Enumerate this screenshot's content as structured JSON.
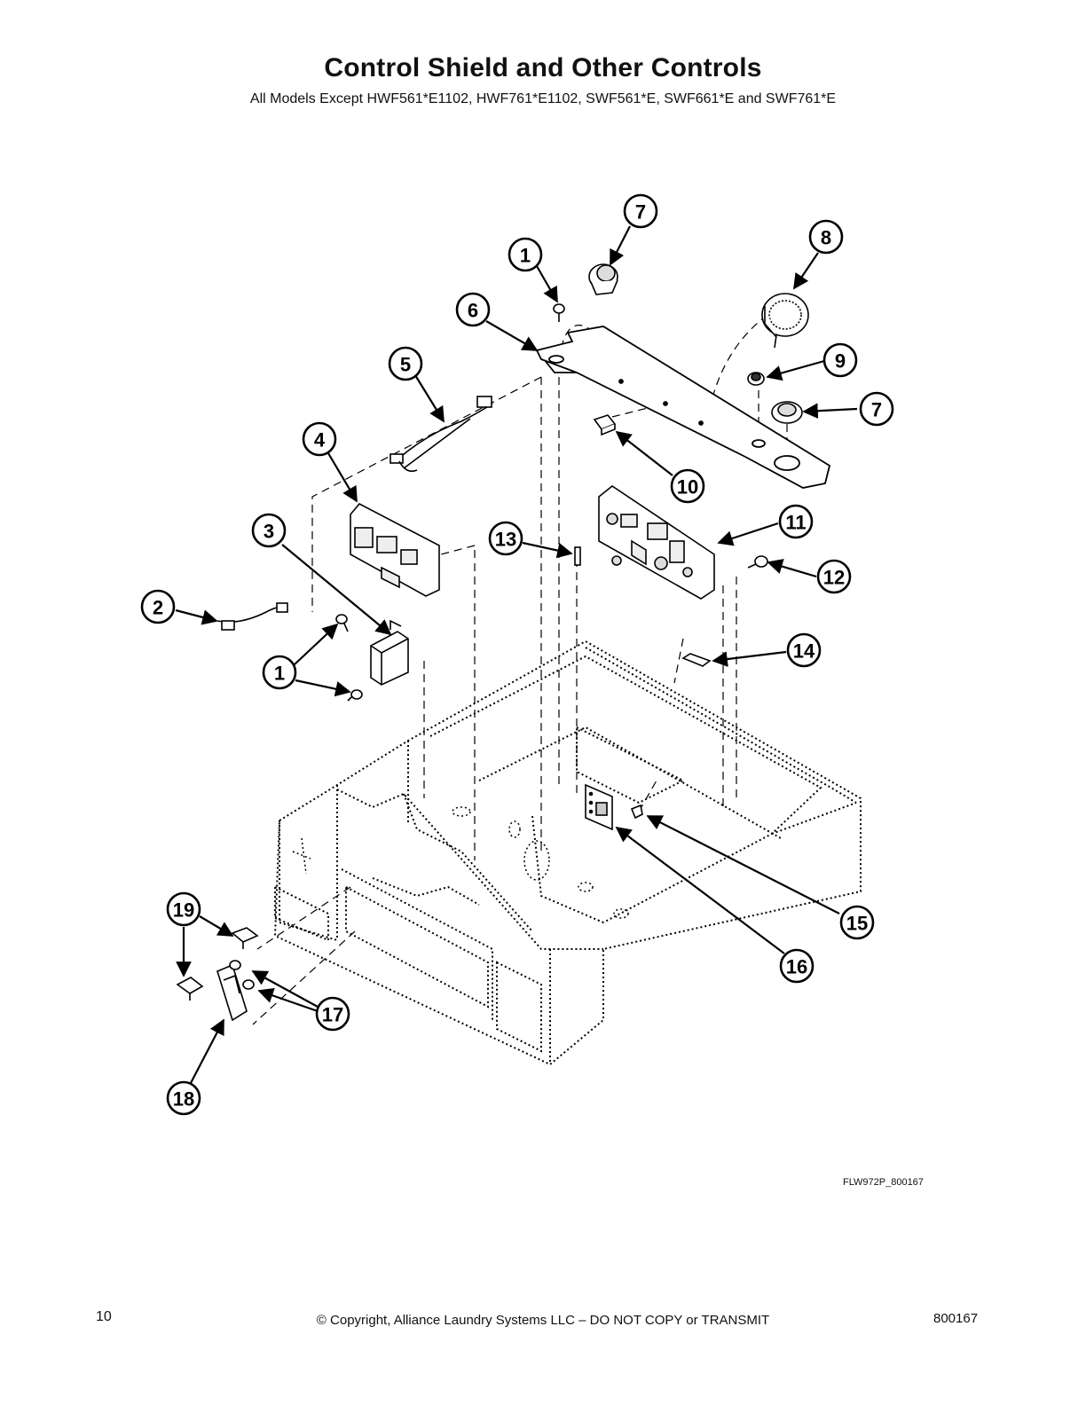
{
  "title": "Control Shield and Other Controls",
  "subtitle": "All Models Except HWF561*E1102, HWF761*E1102, SWF561*E, SWF661*E and SWF761*E",
  "callouts": [
    "1",
    "2",
    "3",
    "4",
    "5",
    "6",
    "7",
    "8",
    "9",
    "7",
    "10",
    "11",
    "12",
    "13",
    "14",
    "1",
    "15",
    "16",
    "17",
    "18",
    "19"
  ],
  "figure_id": "FLW972P_800167",
  "footer": {
    "page_number": "10",
    "copyright": "© Copyright, Alliance Laundry Systems LLC – DO NOT COPY or TRANSMIT",
    "doc_number": "800167"
  }
}
